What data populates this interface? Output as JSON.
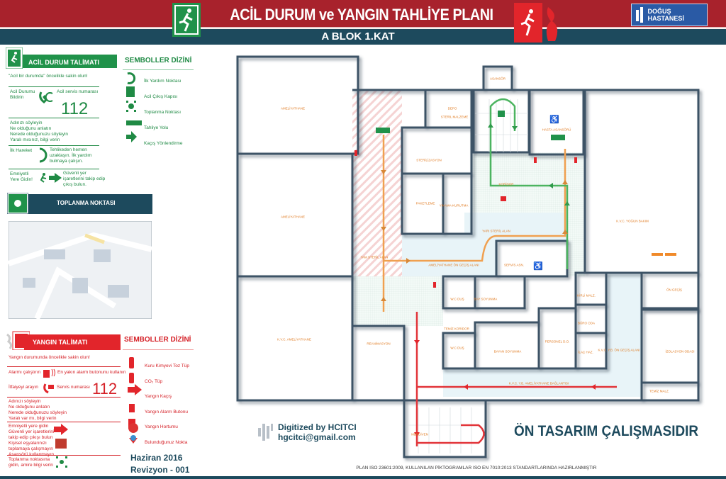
{
  "header": {
    "title": "ACİL DURUM ve YANGIN TAHLİYE PLANI",
    "subtitle": "A BLOK 1.KAT",
    "logo": "DOĞUŞ HASTANESİ"
  },
  "emergency": {
    "heading": "ACİL DURUM TALİMATI",
    "calm": "\"Acil bir durumda\" öncelikle sakin olun!",
    "report": "Acil Durumu Bildirin",
    "service": "Acil servis numarası",
    "number": "112",
    "info": [
      "Adınızı söyleyin",
      "Ne olduğunu anlatın",
      "Nerede olduğunuzu söyleyin",
      "Yaralı mısınız, bilgi verin"
    ],
    "firstaid_label": "İlk Hareket",
    "firstaid_text": "Tehlikeden hemen uzaklaşın. İlk yardım bulmaya çalışın.",
    "safe_label": "Emniyetli Yere Gidin!",
    "safe_text": "Güvenli yer işaretlerini takip edip çıkış bulun."
  },
  "symbols_green": {
    "heading": "SEMBOLLER DİZİNİ",
    "items": [
      "İlk Yardım Noktası",
      "Acil Çıkış Kapısı",
      "Toplanma Noktası",
      "Tahliye Yolu",
      "Kaçış Yönlendirme"
    ]
  },
  "assembly": {
    "heading": "TOPLANMA NOKTASI"
  },
  "fire": {
    "heading": "YANGIN TALİMATI",
    "calm": "Yangın durumunda öncelikle sakin olun!",
    "alarm": "Alarmı çalıştırın",
    "alarm_text": "En yakın alarm butonunu kullanın",
    "call": "İtfaiyeyi arayın",
    "service": "Servis numarası",
    "number": "112",
    "info": [
      "Adınızı söyleyin",
      "Ne olduğunu anlatın",
      "Nerede olduğunuzu söyleyin",
      "Yaralı var mı, bilgi verin"
    ],
    "safe": [
      "Emniyetli yere gidin",
      "Güvenli yer işaretlerini",
      "takip edip çıkışı bulun",
      "Kişisel eşyalarınızı",
      "toplamaya çalışmayın",
      "Asansörü kullanmayın"
    ],
    "assemble": [
      "Toplanma noktasına",
      "gidin, amire bilgi verin"
    ]
  },
  "symbols_red": {
    "heading": "SEMBOLLER DİZİNİ",
    "items": [
      "Kuru Kimyevi Toz Tüp",
      "CO₂ Tüp",
      "Yangın Kaçış",
      "Yangın Alarm Butonu",
      "Yangın Hortumu",
      "Bulunduğunuz Nokta"
    ]
  },
  "revision": {
    "date": "Haziran 2016",
    "rev": "Revizyon - 001"
  },
  "credit": {
    "line1": "Digitized by HCITCI",
    "line2": "hgcitci@gmail.com"
  },
  "watermark": "ÖN TASARIM ÇALIŞMASIDIR",
  "footer": "PLAN ISO 23601:2009, KULLANILAN PİKTOGRAMLAR ISO EN 7010:2013 STANDARTLARINDA HAZIRLANMIŞTIR",
  "rooms": [
    "AMELİYATHANE",
    "AMELİYATHANE",
    "K.V.C. AMELİYATHANE",
    "REANİMASYON",
    "ASANSÖR",
    "DEPO",
    "STERİL MALZEME",
    "STERİLİZASYON",
    "PAKETLEME",
    "YIKAMA-KURUTMA",
    "HASTA ASANSÖRÜ",
    "KORİDOR",
    "K.V.C. YOĞUN BAKIM",
    "TAM STERİL ALAN",
    "AMELİYATHANE ÖN GEÇİŞ ALANI",
    "YARI STERİL ALAN",
    "SERVİS ASN.",
    "W.C DUŞ",
    "BAY SOYUNMA",
    "TEMİZ KORİDOR",
    "W.C DUŞ",
    "BAYAN SOYUNMA",
    "PERSONEL D.O.",
    "KİRLİ MALZ.",
    "BÜRO ODA",
    "İLAÇ HAZ.",
    "K.V.C. Y.B. ÖN GEÇİŞ ALANI",
    "ÖN GEÇİŞ",
    "İZOLASYON ODASI",
    "TEMİZ MALZ.",
    "K.V.C. Y.B. AMELİYATHANE BAĞLANTISI",
    "MERDİVEN"
  ],
  "colors": {
    "red": "#a8222c",
    "teal": "#1d4a5d",
    "green": "#20924a",
    "fire": "#e2252b",
    "route_orange": "#f0a050"
  }
}
